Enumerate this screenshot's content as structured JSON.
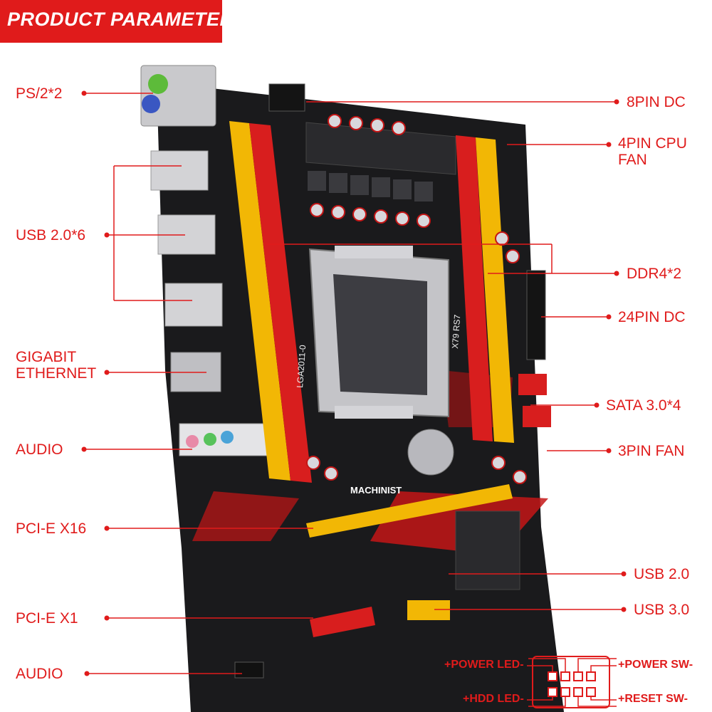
{
  "banner": {
    "title": "PRODUCT PARAMETER"
  },
  "labels": {
    "ps2": "PS/2*2",
    "usb20x6": "USB 2.0*6",
    "ethernet_1": "GIGABIT",
    "ethernet_2": "ETHERNET",
    "audio_rear": "AUDIO",
    "pcie_x16": "PCI-E X16",
    "pcie_x1": "PCI-E X1",
    "audio_front": "AUDIO",
    "pin8": "8PIN DC",
    "cpu_fan_1": "4PIN CPU",
    "cpu_fan_2": "FAN",
    "ddr4": "DDR4*2",
    "pin24": "24PIN DC",
    "sata": "SATA 3.0*4",
    "fan3": "3PIN FAN",
    "usb20": "USB 2.0",
    "usb30": "USB 3.0"
  },
  "front_panel": {
    "power_led": "+POWER LED-",
    "hdd_led": "+HDD LED-",
    "power_sw": "+POWER SW-",
    "reset_sw": "+RESET SW-"
  },
  "board_text": {
    "socket": "LGA2011-0",
    "model": "X79 RS7",
    "brand": "MACHINIST"
  },
  "colors": {
    "accent": "#e01b1b",
    "board": "#1a1a1c",
    "dimm_yellow": "#f2b705",
    "dimm_red": "#d81e1e",
    "heatsink": "#2a2a2d"
  }
}
